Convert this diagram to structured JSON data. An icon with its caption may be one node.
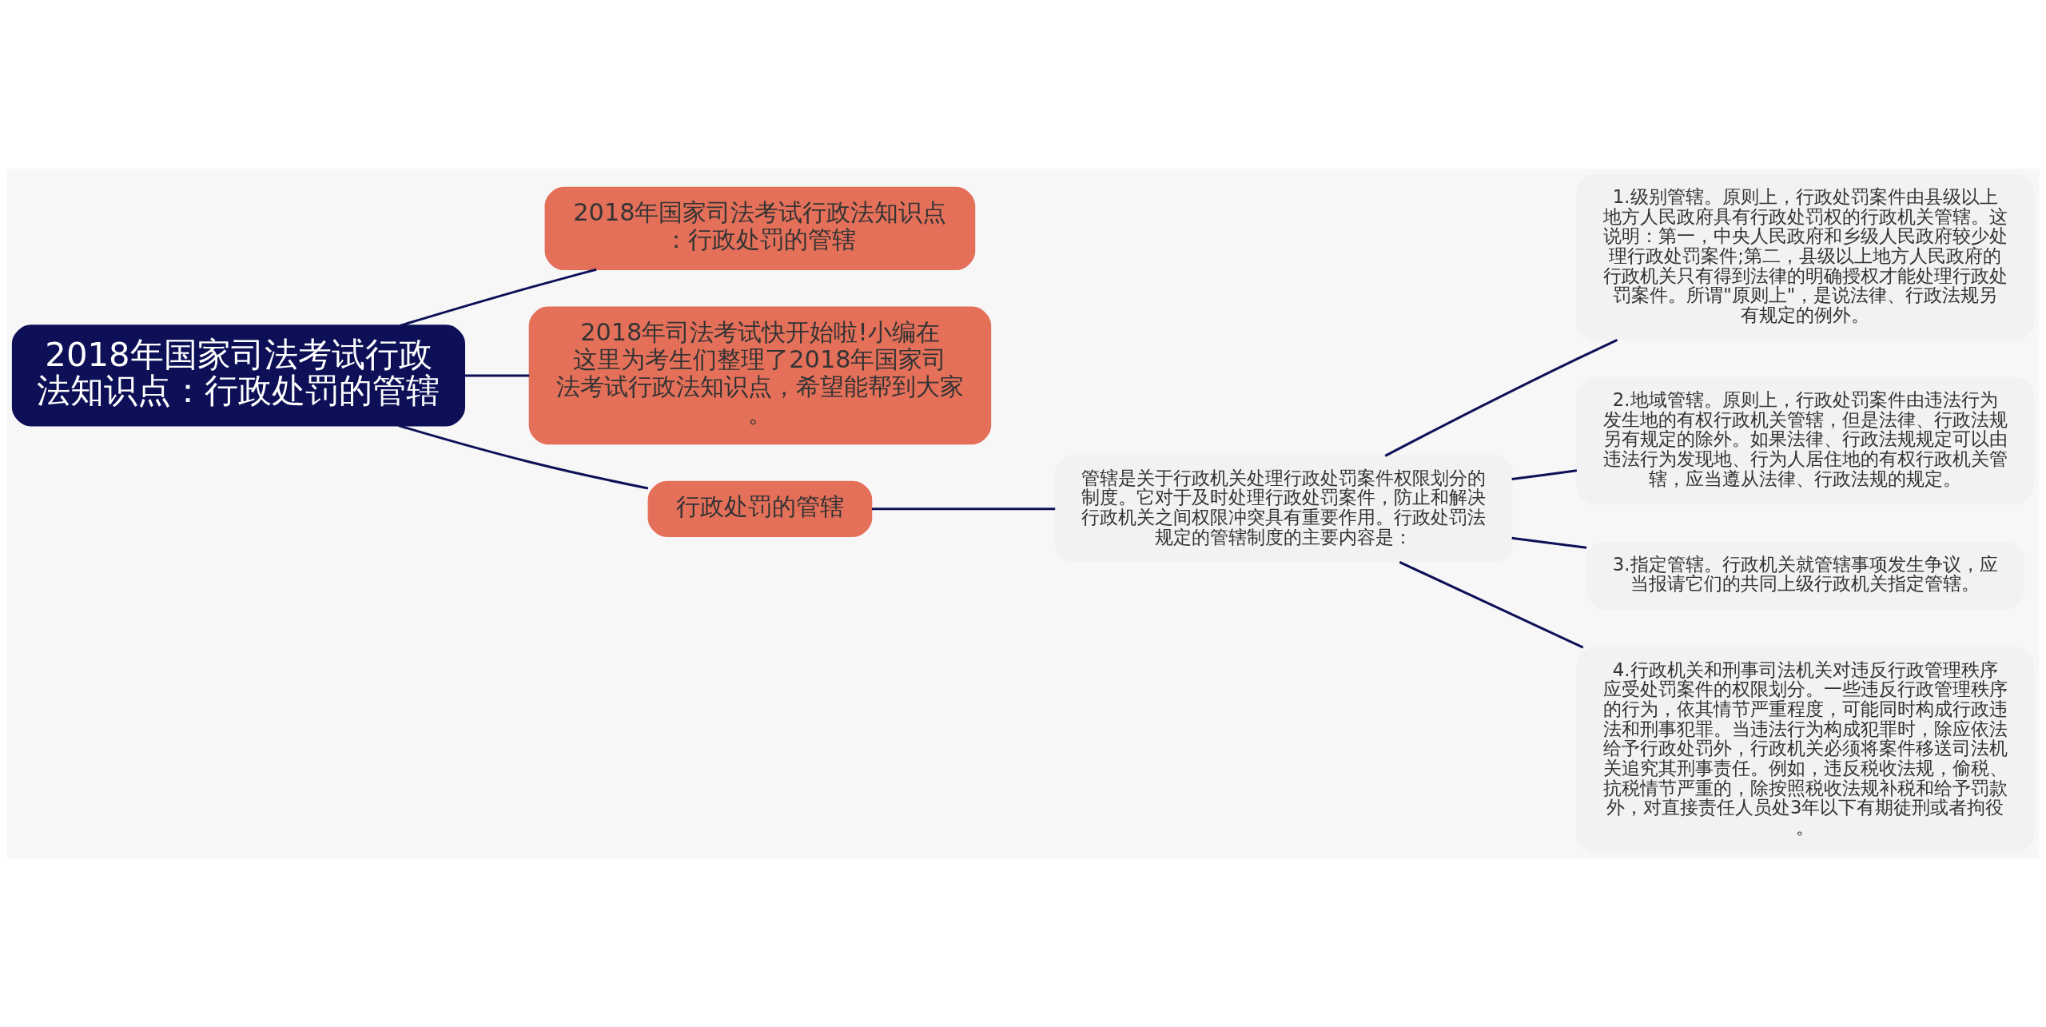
{
  "diagram": {
    "nodes": [
      {
        "text": [
          "2018年国家司法考试行政法知识点：行政处罚的管辖"
        ]
      },
      {
        "text": [
          "2018年国家司法考试行政法知识点：行政处罚的管辖"
        ]
      },
      {
        "text": [
          "2018年司法考试快开始啦!小编在这里为考生们整理了2018年国家司法考试行政法知识点，希望能帮到大家。"
        ]
      },
      {
        "text": [
          "行政处罚的管辖"
        ]
      },
      {
        "text": [
          "管辖是关于行政机关处理行政处罚案件权限划分的制度。它对于及时处理行政处罚案件，防止和解决行政机关之间权限冲突具有重要作用。行政处罚法规定的管辖制度的主要内容是："
        ]
      },
      {
        "text": [
          "1.级别管辖。原则上，行政处罚案件由县级以上地方人民政府具有行政处罚权的行政机关管辖。这说明：第一，中央人民政府和乡级人民政府较少处理行政处罚案件;第二，县级以上地方人民政府的行政机关只有得到法律的明确授权才能处理行政处罚案件。所谓\"原则上\"，是说法律、行政法规另有规定的例外。"
        ]
      },
      {
        "text": [
          "2.地域管辖。原则上，行政处罚案件由违法行为发生地的有权行政机关管辖，但是法律、行政法规另有规定的除外。如果法律、行政法规规定可以由违法行为发现地、行为人居住地的有权行政机关管辖，应当遵从法律、行政法规的规定。"
        ]
      },
      {
        "text": [
          "3.指定管辖。行政机关就管辖事项发生争议，应当报请它们的共同上级行政机关指定管辖。"
        ]
      },
      {
        "text": [
          "4.行政机关和刑事司法机关对违反行政管理秩序应受处罚案件的权限划分。一些违反行政管理秩序的行为，依其情节严重程度，可能同时构成行政违法和刑事犯罪。当违法行为构成犯罪时，除应依法给予行政处罚外，行政机关必须将案件移送司法机关追究其刑事责任。例如，违反税收法规，偷税、抗税情节严重的，除按照税收法规补税和给予罚款外，对直接责任人员处3年以下有期徒刑或者拘役。"
        ]
      }
    ],
    "edges": [
      {
        "from": 0,
        "to": 1,
        "arrow": "none"
      },
      {
        "from": 0,
        "to": 2,
        "arrow": "none"
      },
      {
        "from": 0,
        "to": 3,
        "arrow": "none"
      },
      {
        "from": 3,
        "to": 4,
        "arrow": "none"
      },
      {
        "from": 4,
        "to": 5,
        "arrow": "none"
      },
      {
        "from": 4,
        "to": 6,
        "arrow": "none"
      },
      {
        "from": 4,
        "to": 7,
        "arrow": "none"
      },
      {
        "from": 4,
        "to": 8,
        "arrow": "none"
      }
    ]
  }
}
